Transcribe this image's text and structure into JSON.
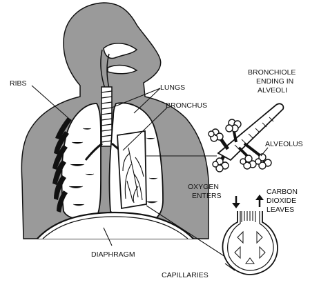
{
  "colors": {
    "body": "#9a9a9a",
    "line": "#111111",
    "lung_fill": "#ffffff",
    "background": "#ffffff"
  },
  "labels": {
    "ribs": "RIBS",
    "lungs": "LUNGS",
    "bronchus": "BRONCHUS",
    "bronchiole_line1": "BRONCHIOLE",
    "bronchiole_line2": "ENDING IN",
    "bronchiole_line3": "ALVEOLI",
    "alveolus": "ALVEOLUS",
    "oxygen_line1": "OXYGEN",
    "oxygen_line2": "ENTERS",
    "carbon_line1": "CARBON",
    "carbon_line2": "DIOXIDE",
    "carbon_line3": "LEAVES",
    "diaphragm": "DIAPHRAGM",
    "capillaries": "CAPILLARIES"
  }
}
